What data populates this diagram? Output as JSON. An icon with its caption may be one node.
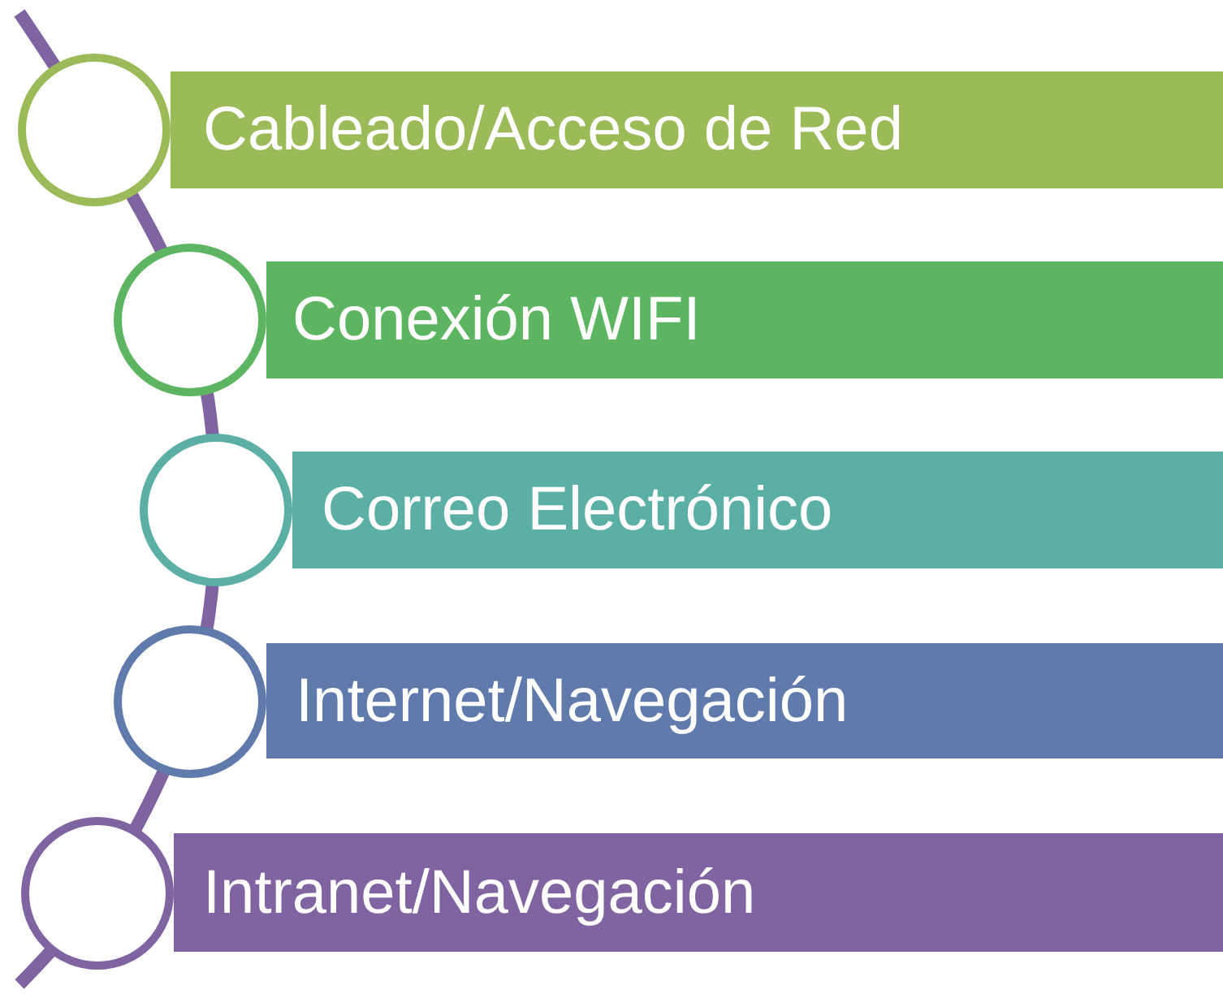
{
  "diagram": {
    "nodes": [
      {
        "text": [],
        "shape": "circle"
      },
      {
        "text": [
          "Cableado/Acceso de Red"
        ]
      },
      {
        "text": [],
        "shape": "circle"
      },
      {
        "text": [
          "Conexión WIFI"
        ]
      },
      {
        "text": [],
        "shape": "circle"
      },
      {
        "text": [
          "Correo Electrónico"
        ]
      },
      {
        "text": [],
        "shape": "circle"
      },
      {
        "text": [
          "Internet/Navegación"
        ]
      },
      {
        "text": [],
        "shape": "circle"
      },
      {
        "text": [
          "Intranet/Navegación"
        ]
      }
    ]
  }
}
